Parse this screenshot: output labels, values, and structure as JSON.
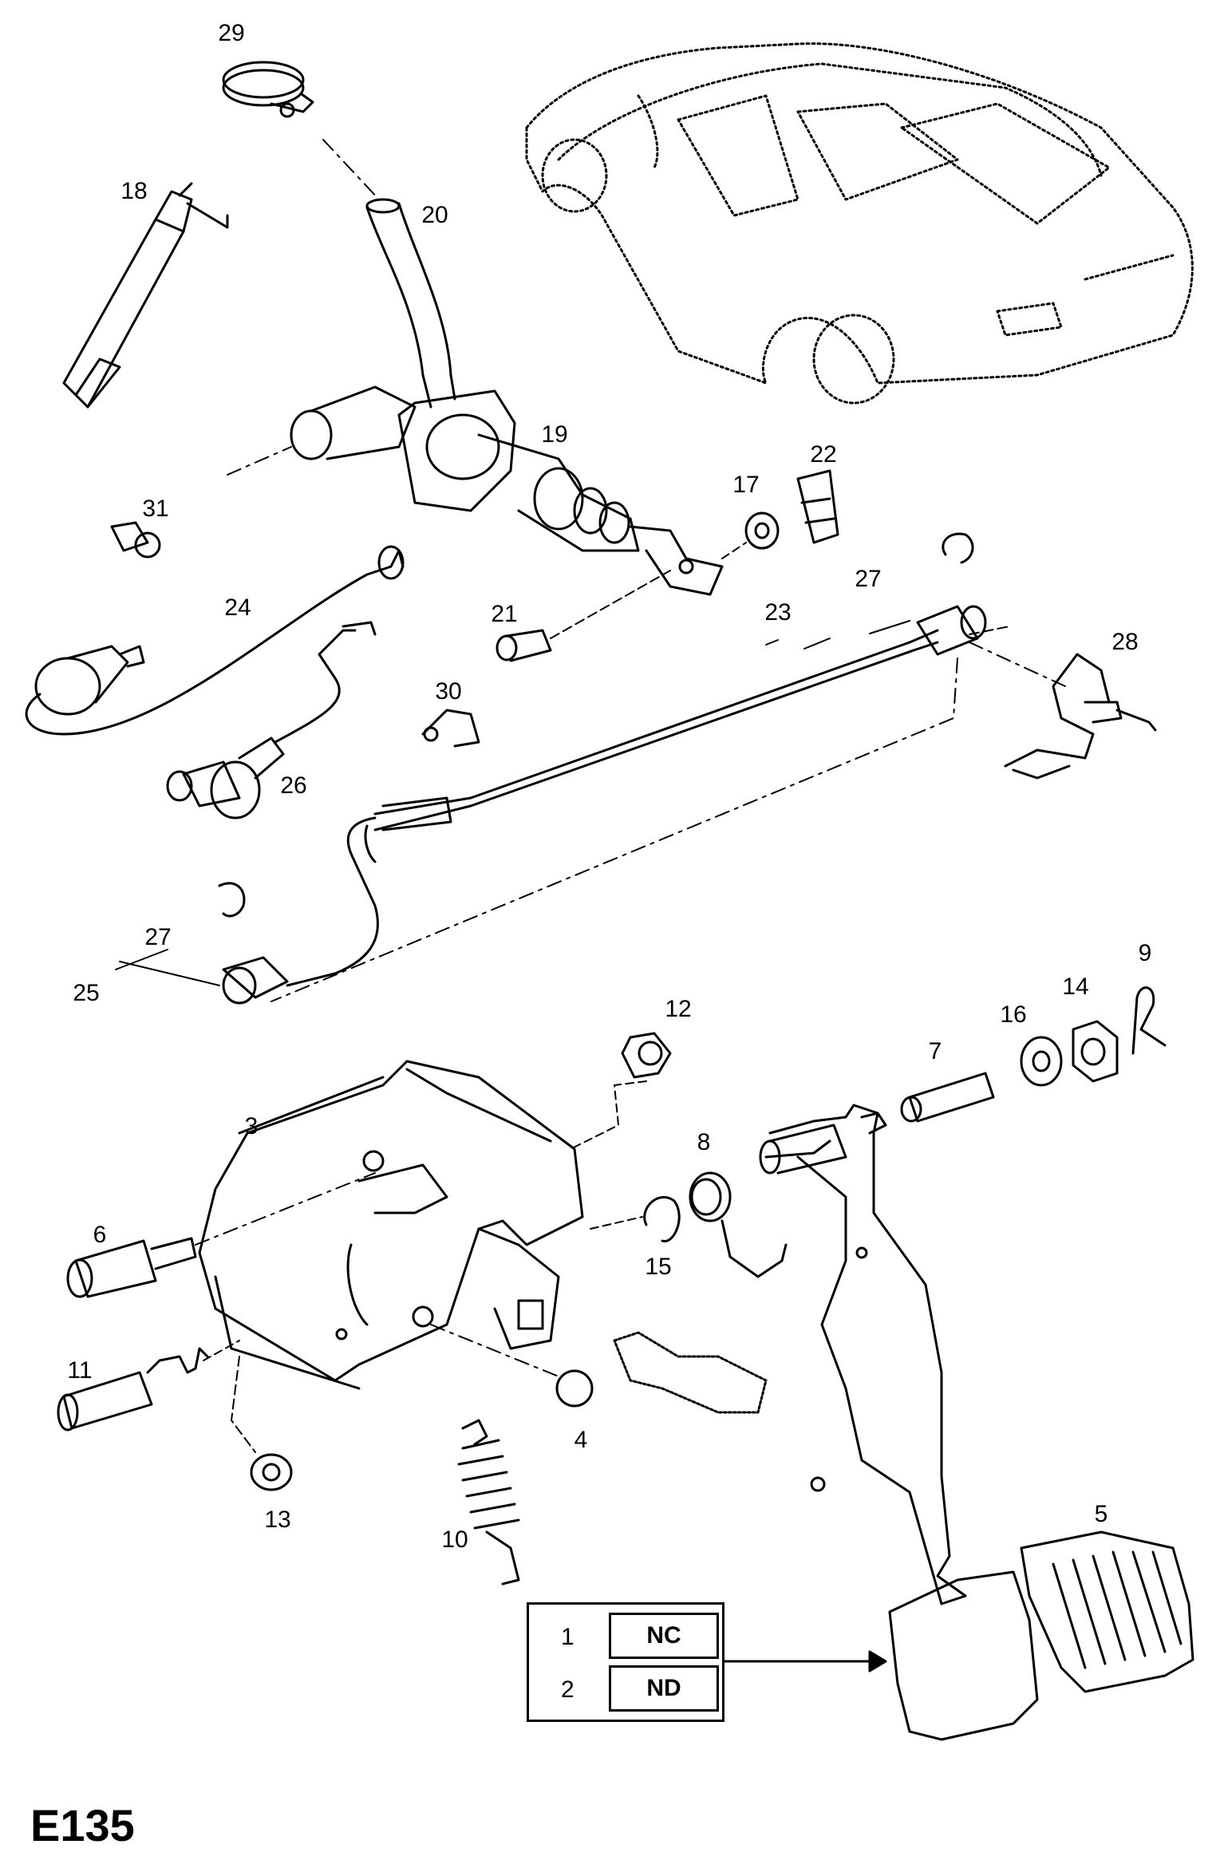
{
  "diagram": {
    "code": "E135",
    "callouts": [
      {
        "id": "29",
        "label": "29"
      },
      {
        "id": "18",
        "label": "18"
      },
      {
        "id": "20",
        "label": "20"
      },
      {
        "id": "19",
        "label": "19"
      },
      {
        "id": "22",
        "label": "22"
      },
      {
        "id": "17",
        "label": "17"
      },
      {
        "id": "31",
        "label": "31"
      },
      {
        "id": "27a",
        "label": "27"
      },
      {
        "id": "24",
        "label": "24"
      },
      {
        "id": "21",
        "label": "21"
      },
      {
        "id": "23",
        "label": "23"
      },
      {
        "id": "28",
        "label": "28"
      },
      {
        "id": "30",
        "label": "30"
      },
      {
        "id": "26",
        "label": "26"
      },
      {
        "id": "27b",
        "label": "27"
      },
      {
        "id": "25",
        "label": "25"
      },
      {
        "id": "12",
        "label": "12"
      },
      {
        "id": "9",
        "label": "9"
      },
      {
        "id": "14",
        "label": "14"
      },
      {
        "id": "16",
        "label": "16"
      },
      {
        "id": "7",
        "label": "7"
      },
      {
        "id": "3",
        "label": "3"
      },
      {
        "id": "8",
        "label": "8"
      },
      {
        "id": "6",
        "label": "6"
      },
      {
        "id": "15",
        "label": "15"
      },
      {
        "id": "11",
        "label": "11"
      },
      {
        "id": "4",
        "label": "4"
      },
      {
        "id": "13",
        "label": "13"
      },
      {
        "id": "10",
        "label": "10"
      },
      {
        "id": "5",
        "label": "5"
      }
    ],
    "inset": {
      "rows": [
        {
          "num": "1",
          "code": "NC"
        },
        {
          "num": "2",
          "code": "ND"
        }
      ]
    }
  }
}
